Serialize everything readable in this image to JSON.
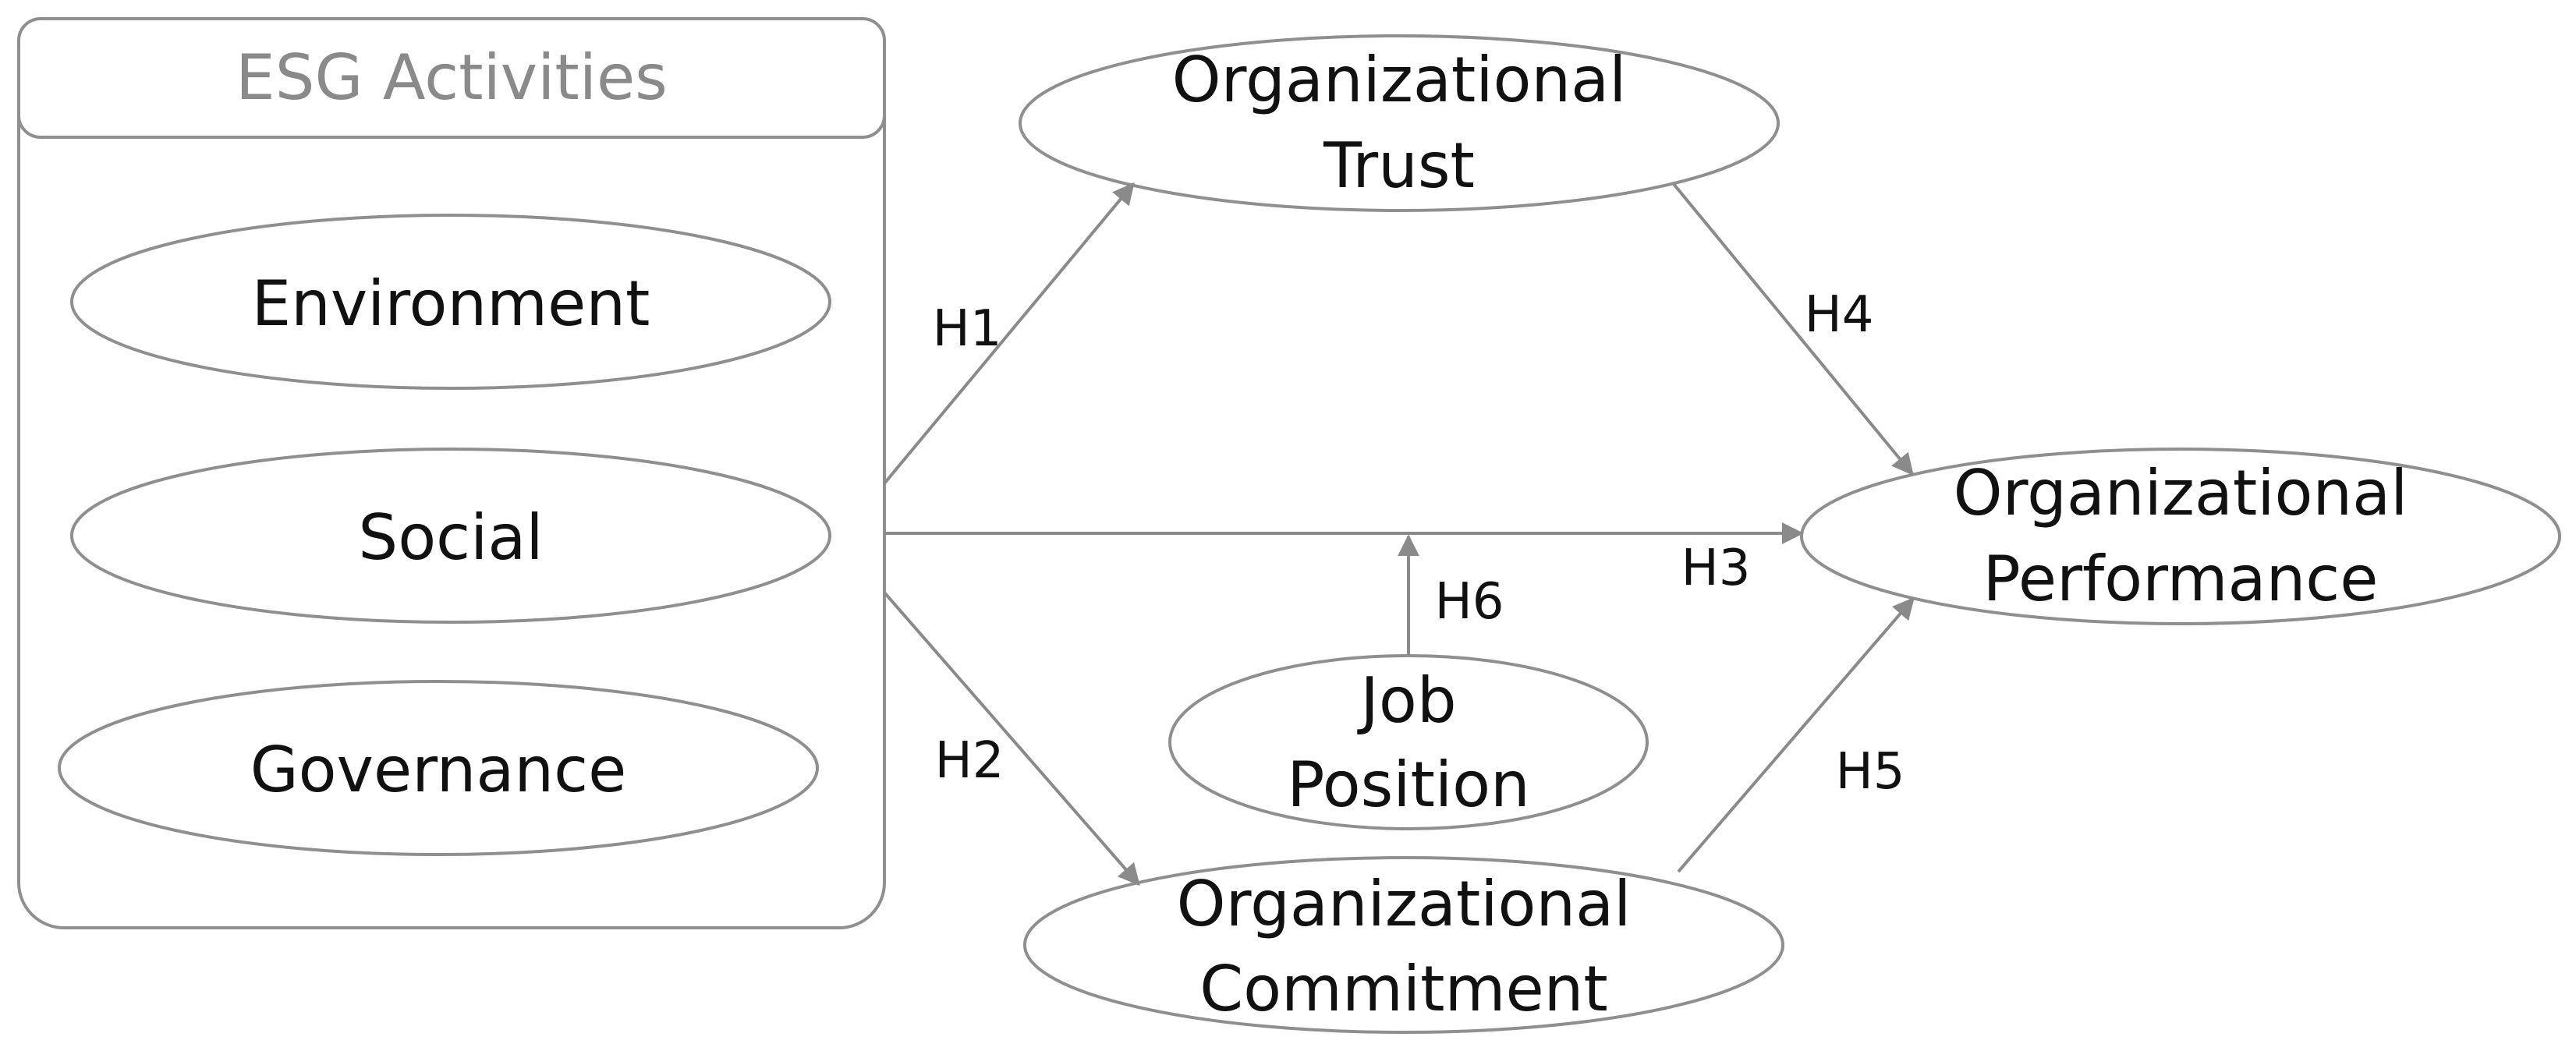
{
  "diagram": {
    "group": {
      "title": "ESG Activities",
      "items": [
        "Environment",
        "Social",
        "Governance"
      ]
    },
    "nodes": {
      "trust": [
        "Organizational",
        "Trust"
      ],
      "performance": [
        "Organizational",
        "Performance"
      ],
      "job": [
        "Job",
        "Position"
      ],
      "commitment": [
        "Organizational",
        "Commitment"
      ]
    },
    "hypotheses": {
      "h1": "H1",
      "h2": "H2",
      "h3": "H3",
      "h4": "H4",
      "h5": "H5",
      "h6": "H6"
    },
    "colors": {
      "line": "#8a8a8a",
      "title": "#8a8a8a",
      "text": "#111111"
    }
  }
}
